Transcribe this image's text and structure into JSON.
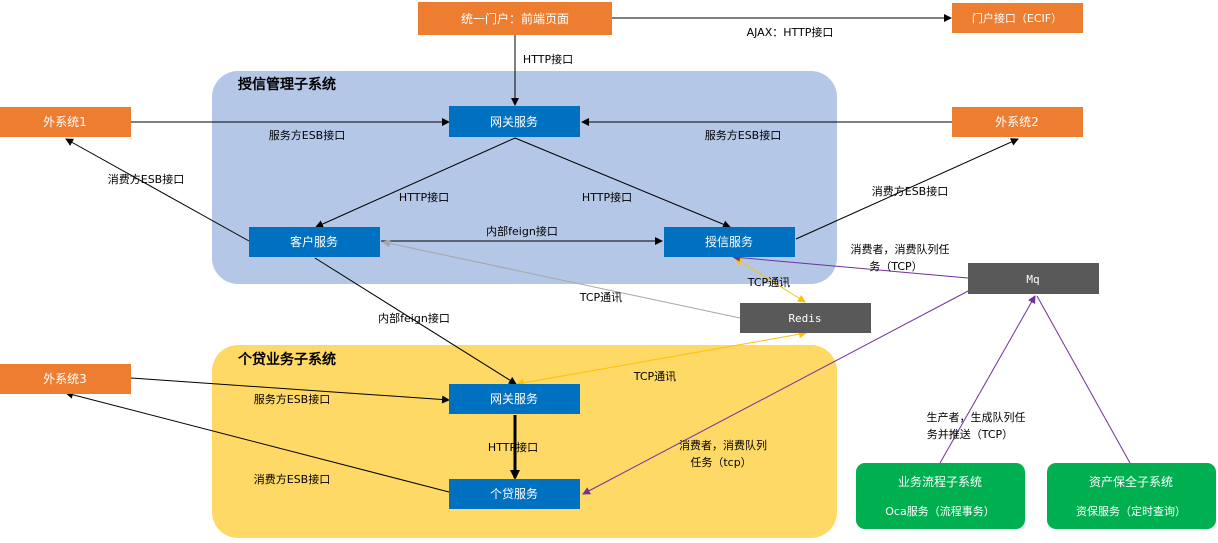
{
  "colors": {
    "orange": "#ED7D31",
    "blue": "#0070C0",
    "gray": "#595959",
    "green": "#00B050",
    "group_blue": "#B4C7E7",
    "group_yellow": "#FFD966",
    "purple": "#7030A0",
    "gold": "#FFC000",
    "lightgray": "#A6A6A6"
  },
  "groups": {
    "credit": "授信管理子系统",
    "loan": "个贷业务子系统"
  },
  "boxes": {
    "portal": "统一门户：前端页面",
    "portal_api": "门户接口（ECIF）",
    "ext1": "外系统1",
    "ext2": "外系统2",
    "ext3": "外系统3",
    "gateway1": "网关服务",
    "customer": "客户服务",
    "credit_svc": "授信服务",
    "redis": "Redis",
    "mq": "Mq",
    "gateway2": "网关服务",
    "loan_svc": "个贷服务",
    "workflow_title": "业务流程子系统",
    "workflow_sub": "Oca服务（流程事务）",
    "asset_title": "资产保全子系统",
    "asset_sub": "资保服务（定时查询）"
  },
  "labels": {
    "ajax": "AJAX：HTTP接口",
    "http_top": "HTTP接口",
    "esb_provider_1": "服务方ESB接口",
    "esb_provider_2": "服务方ESB接口",
    "esb_consumer_1": "消费方ESB接口",
    "esb_consumer_2": "消费方ESB接口",
    "http_left": "HTTP接口",
    "http_right": "HTTP接口",
    "feign_inner": "内部feign接口",
    "feign_down": "内部feign接口",
    "tcp_redis_customer": "TCP通讯",
    "tcp_redis_credit": "TCP通讯",
    "tcp_redis_gateway": "TCP通讯",
    "consumer_queue_1a": "消费者，消费队列任",
    "consumer_queue_1b": "务（TCP）",
    "consumer_queue_2a": "消费者，消费队列",
    "consumer_queue_2b": "任务（tcp）",
    "producer_a": "生产者，生成队列任",
    "producer_b": "务并推送（TCP）",
    "esb_provider_3": "服务方ESB接口",
    "http_loan": "HTTP接口",
    "esb_consumer_3": "消费方ESB接口"
  }
}
